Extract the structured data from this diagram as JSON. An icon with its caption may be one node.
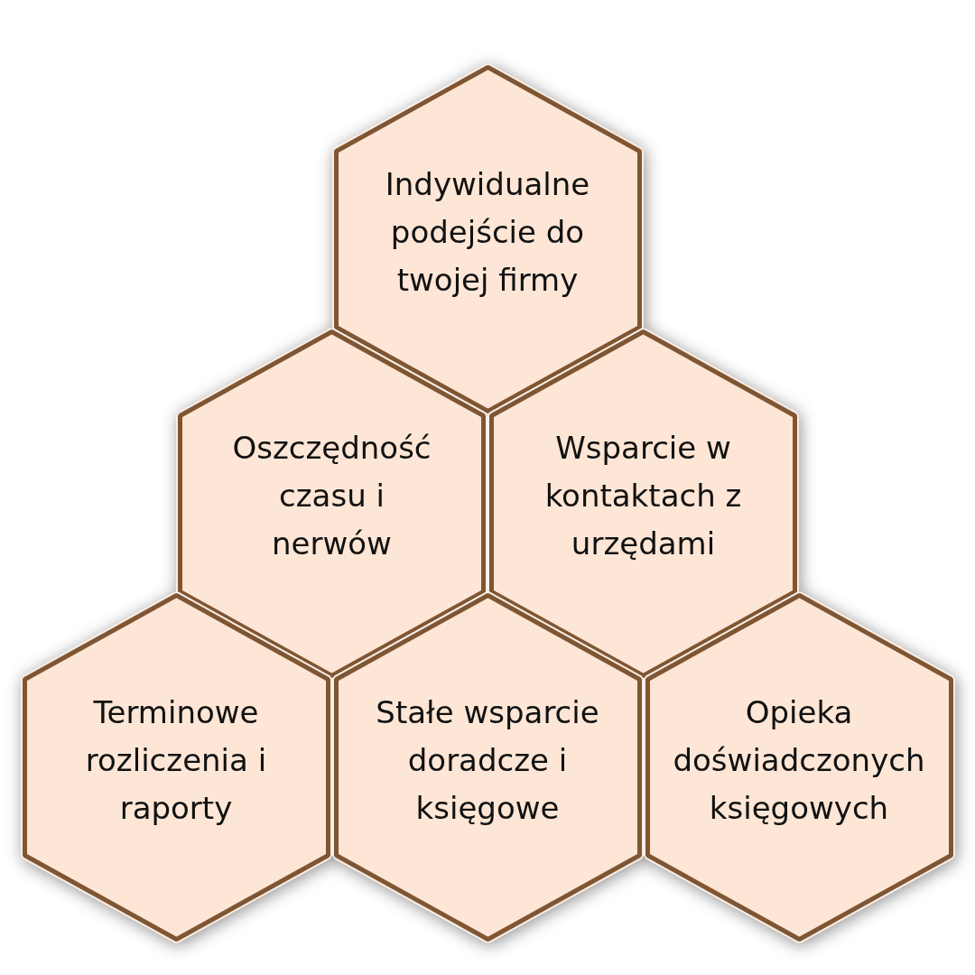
{
  "diagram": {
    "nodes": [
      {
        "text": [
          "Indywidualne podejście do twojej firmy"
        ]
      },
      {
        "text": [
          "Oszczędność czasu i nerwów"
        ]
      },
      {
        "text": [
          "Wsparcie w kontaktach z urzędami"
        ]
      },
      {
        "text": [
          "Terminowe rozliczenia i raporty"
        ]
      },
      {
        "text": [
          "Stałe wsparcie doradcze i księgowe"
        ]
      },
      {
        "text": [
          "Opieka doświadczonych księgowych"
        ]
      }
    ]
  }
}
